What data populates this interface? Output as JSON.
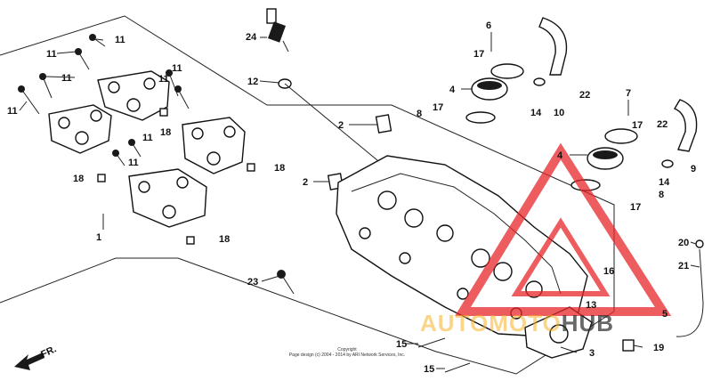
{
  "callouts": [
    {
      "id": "c1",
      "label": "1"
    },
    {
      "id": "c2a",
      "label": "2"
    },
    {
      "id": "c2b",
      "label": "2"
    },
    {
      "id": "c3",
      "label": "3"
    },
    {
      "id": "c4a",
      "label": "4"
    },
    {
      "id": "c4b",
      "label": "4"
    },
    {
      "id": "c5",
      "label": "5"
    },
    {
      "id": "c6",
      "label": "6"
    },
    {
      "id": "c7",
      "label": "7"
    },
    {
      "id": "c8a",
      "label": "8"
    },
    {
      "id": "c8b",
      "label": "8"
    },
    {
      "id": "c9",
      "label": "9"
    },
    {
      "id": "c10",
      "label": "10"
    },
    {
      "id": "c11a",
      "label": "11"
    },
    {
      "id": "c11b",
      "label": "11"
    },
    {
      "id": "c11c",
      "label": "11"
    },
    {
      "id": "c11d",
      "label": "11"
    },
    {
      "id": "c11e",
      "label": "11"
    },
    {
      "id": "c11f",
      "label": "11"
    },
    {
      "id": "c11g",
      "label": "11"
    },
    {
      "id": "c11h",
      "label": "11"
    },
    {
      "id": "c12",
      "label": "12"
    },
    {
      "id": "c13",
      "label": "13"
    },
    {
      "id": "c14a",
      "label": "14"
    },
    {
      "id": "c14b",
      "label": "14"
    },
    {
      "id": "c15a",
      "label": "15"
    },
    {
      "id": "c15b",
      "label": "15"
    },
    {
      "id": "c16",
      "label": "16"
    },
    {
      "id": "c17a",
      "label": "17"
    },
    {
      "id": "c17b",
      "label": "17"
    },
    {
      "id": "c17c",
      "label": "17"
    },
    {
      "id": "c17d",
      "label": "17"
    },
    {
      "id": "c18a",
      "label": "18"
    },
    {
      "id": "c18b",
      "label": "18"
    },
    {
      "id": "c18c",
      "label": "18"
    },
    {
      "id": "c18d",
      "label": "18"
    },
    {
      "id": "c19",
      "label": "19"
    },
    {
      "id": "c20",
      "label": "20"
    },
    {
      "id": "c21",
      "label": "21"
    },
    {
      "id": "c22a",
      "label": "22"
    },
    {
      "id": "c22b",
      "label": "22"
    },
    {
      "id": "c23",
      "label": "23"
    },
    {
      "id": "c24",
      "label": "24"
    }
  ],
  "front_indicator": "FR.",
  "copyright": {
    "line1": "Copyright",
    "line2": "Page design (c) 2004 - 2014 by ARI Network Services, Inc."
  },
  "watermark": {
    "text_main": "AUTOMOTO",
    "text_hub": "HUB",
    "triangle_color": "#e8262a",
    "text_color": "#f5b228"
  }
}
